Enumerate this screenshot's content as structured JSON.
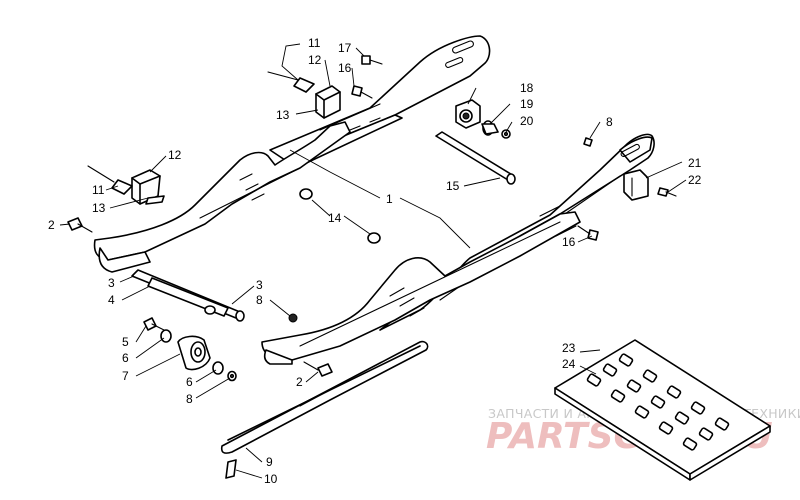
{
  "colors": {
    "line": "#000000",
    "background": "#ffffff",
    "watermark_text": "#c8c8c8",
    "watermark_logo": "#e8a8a8"
  },
  "watermark": {
    "tagline": "ЗАПЧАСТИ И АКСЕССУАРЫ ДЛЯ МОТОТЕХНИКИ",
    "logo": "PARTSGOR.RU"
  },
  "callouts": [
    {
      "id": "c11a",
      "text": "11"
    },
    {
      "id": "c12a",
      "text": "12"
    },
    {
      "id": "c13a",
      "text": "13"
    },
    {
      "id": "c17",
      "text": "17"
    },
    {
      "id": "c16a",
      "text": "16"
    },
    {
      "id": "c18",
      "text": "18"
    },
    {
      "id": "c19",
      "text": "19"
    },
    {
      "id": "c20",
      "text": "20"
    },
    {
      "id": "c12b",
      "text": "12"
    },
    {
      "id": "c11b",
      "text": "11"
    },
    {
      "id": "c13b",
      "text": "13"
    },
    {
      "id": "c8a",
      "text": "8"
    },
    {
      "id": "c21",
      "text": "21"
    },
    {
      "id": "c22",
      "text": "22"
    },
    {
      "id": "c15",
      "text": "15"
    },
    {
      "id": "c1",
      "text": "1"
    },
    {
      "id": "c14",
      "text": "14"
    },
    {
      "id": "c16b",
      "text": "16"
    },
    {
      "id": "c2a",
      "text": "2"
    },
    {
      "id": "c3a",
      "text": "3"
    },
    {
      "id": "c4",
      "text": "4"
    },
    {
      "id": "c3b",
      "text": "3"
    },
    {
      "id": "c8b",
      "text": "8"
    },
    {
      "id": "c5",
      "text": "5"
    },
    {
      "id": "c6a",
      "text": "6"
    },
    {
      "id": "c7",
      "text": "7"
    },
    {
      "id": "c6b",
      "text": "6"
    },
    {
      "id": "c8c",
      "text": "8"
    },
    {
      "id": "c2b",
      "text": "2"
    },
    {
      "id": "c23",
      "text": "23"
    },
    {
      "id": "c24",
      "text": "24"
    },
    {
      "id": "c9",
      "text": "9"
    },
    {
      "id": "c10",
      "text": "10"
    }
  ]
}
